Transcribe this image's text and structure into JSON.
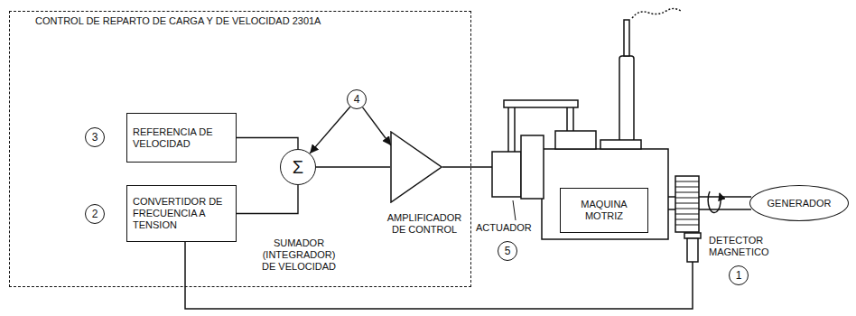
{
  "diagram": {
    "nodes": [
      {
        "text": [
          "CONTROL DE REPARTO DE CARGA Y DE VELOCIDAD 2301A"
        ]
      },
      {
        "text": [
          "4"
        ],
        "in": 0
      },
      {
        "text": [
          "3"
        ],
        "in": 0
      },
      {
        "text": [
          "REFERENCIA DE VELOCIDAD"
        ],
        "in": 0
      },
      {
        "text": [
          "Σ",
          "SUMADOR (INTEGRADOR) DE VELOCIDAD"
        ],
        "in": 0
      },
      {
        "text": [
          "AMPLIFICADOR DE CONTROL"
        ],
        "in": 0
      },
      {
        "text": [
          "2"
        ],
        "in": 0
      },
      {
        "text": [
          "CONVERTIDOR DE FRECUENCIA A TENSION"
        ],
        "in": 0
      },
      {
        "text": [
          "MAQUINA MOTRIZ"
        ]
      },
      {
        "text": [
          "GENERADOR"
        ]
      },
      {
        "text": [
          "5"
        ]
      },
      {
        "text": [
          "1"
        ]
      }
    ],
    "edges": [
      {
        "from": 3,
        "to": 4,
        "arrow": "none"
      },
      {
        "from": 7,
        "to": 4,
        "arrow": "none"
      },
      {
        "from": 4,
        "to": 5,
        "arrow": "none"
      },
      {
        "from": 1,
        "to": 4,
        "arrow": "to"
      },
      {
        "from": 1,
        "to": 5,
        "arrow": "to"
      }
    ],
    "labels": [
      "ACTUADOR",
      "DETECTOR MAGNETICO"
    ]
  }
}
